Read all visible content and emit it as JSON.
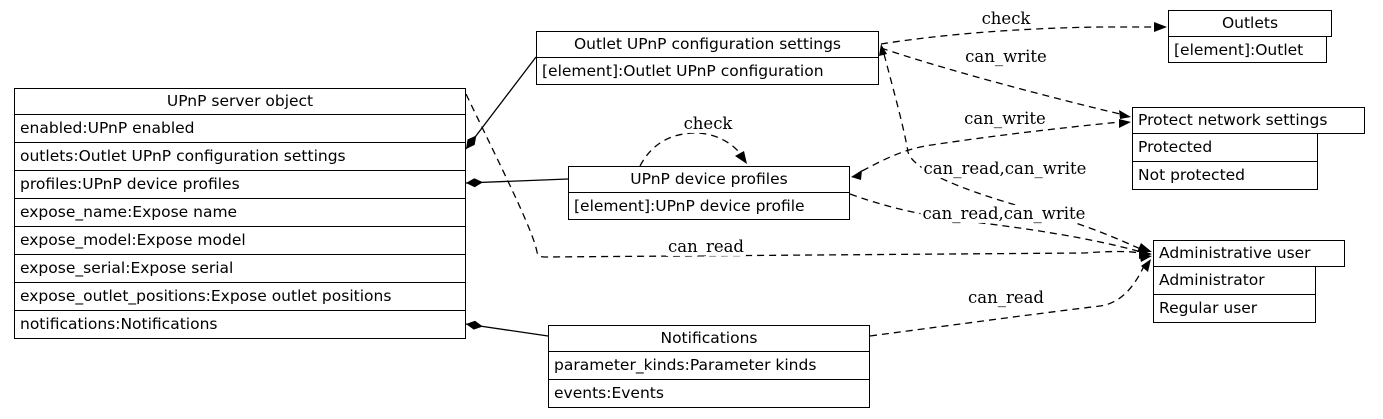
{
  "diagram": {
    "nodes": {
      "server": {
        "title": "UPnP server object",
        "rows": [
          "enabled:UPnP enabled",
          "outlets:Outlet UPnP configuration settings",
          "profiles:UPnP device profiles",
          "expose_name:Expose name",
          "expose_model:Expose model",
          "expose_serial:Expose serial",
          "expose_outlet_positions:Expose outlet positions",
          "notifications:Notifications"
        ]
      },
      "outlet_config": {
        "title": "Outlet UPnP configuration settings",
        "rows": [
          "[element]:Outlet UPnP configuration"
        ]
      },
      "profiles": {
        "title": "UPnP device profiles",
        "rows": [
          "[element]:UPnP device profile"
        ]
      },
      "notifications": {
        "title": "Notifications",
        "rows": [
          "parameter_kinds:Parameter kinds",
          "events:Events"
        ]
      },
      "outlets": {
        "title": "Outlets",
        "rows": [
          "[element]:Outlet"
        ]
      },
      "protect": {
        "title": "Protect network settings",
        "rows": [
          "Protected",
          "Not protected"
        ]
      },
      "admin": {
        "title": "Administrative user",
        "rows": [
          "Administrator",
          "Regular user"
        ]
      }
    },
    "edge_labels": {
      "check_outlets": "check",
      "check_profiles": "check",
      "can_write_1": "can_write",
      "can_write_2": "can_write",
      "can_read_write_1": "can_read,can_write",
      "can_read_write_2": "can_read,can_write",
      "can_read_1": "can_read",
      "can_read_2": "can_read"
    },
    "colors": {
      "stroke": "#000000",
      "background": "#ffffff",
      "text": "#000000"
    }
  }
}
